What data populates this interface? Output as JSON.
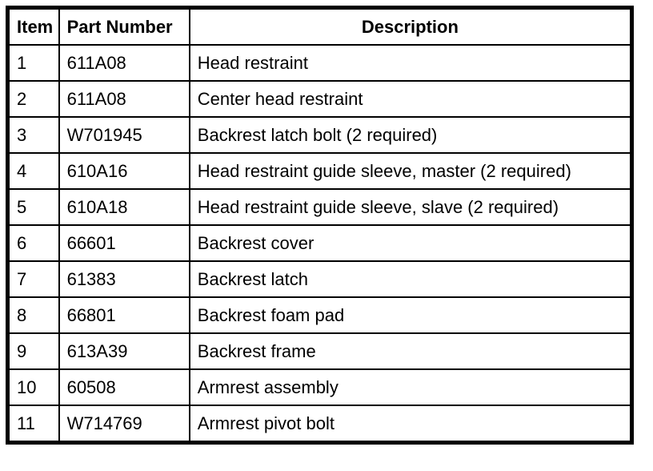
{
  "table": {
    "columns": [
      {
        "label": "Item"
      },
      {
        "label": "Part Number"
      },
      {
        "label": "Description"
      }
    ],
    "rows": [
      {
        "item": "1",
        "part_number": "611A08",
        "description": "Head restraint"
      },
      {
        "item": "2",
        "part_number": "611A08",
        "description": "Center head restraint"
      },
      {
        "item": "3",
        "part_number": "W701945",
        "description": "Backrest latch bolt (2 required)"
      },
      {
        "item": "4",
        "part_number": "610A16",
        "description": "Head restraint guide sleeve, master (2 required)"
      },
      {
        "item": "5",
        "part_number": "610A18",
        "description": "Head restraint guide sleeve, slave (2 required)"
      },
      {
        "item": "6",
        "part_number": "66601",
        "description": "Backrest cover"
      },
      {
        "item": "7",
        "part_number": "61383",
        "description": "Backrest latch"
      },
      {
        "item": "8",
        "part_number": "66801",
        "description": "Backrest foam pad"
      },
      {
        "item": "9",
        "part_number": "613A39",
        "description": "Backrest frame"
      },
      {
        "item": "10",
        "part_number": "60508",
        "description": "Armrest assembly"
      },
      {
        "item": "11",
        "part_number": "W714769",
        "description": "Armrest pivot bolt"
      }
    ]
  },
  "colors": {
    "background": "#ffffff",
    "border": "#000000",
    "text": "#000000"
  }
}
